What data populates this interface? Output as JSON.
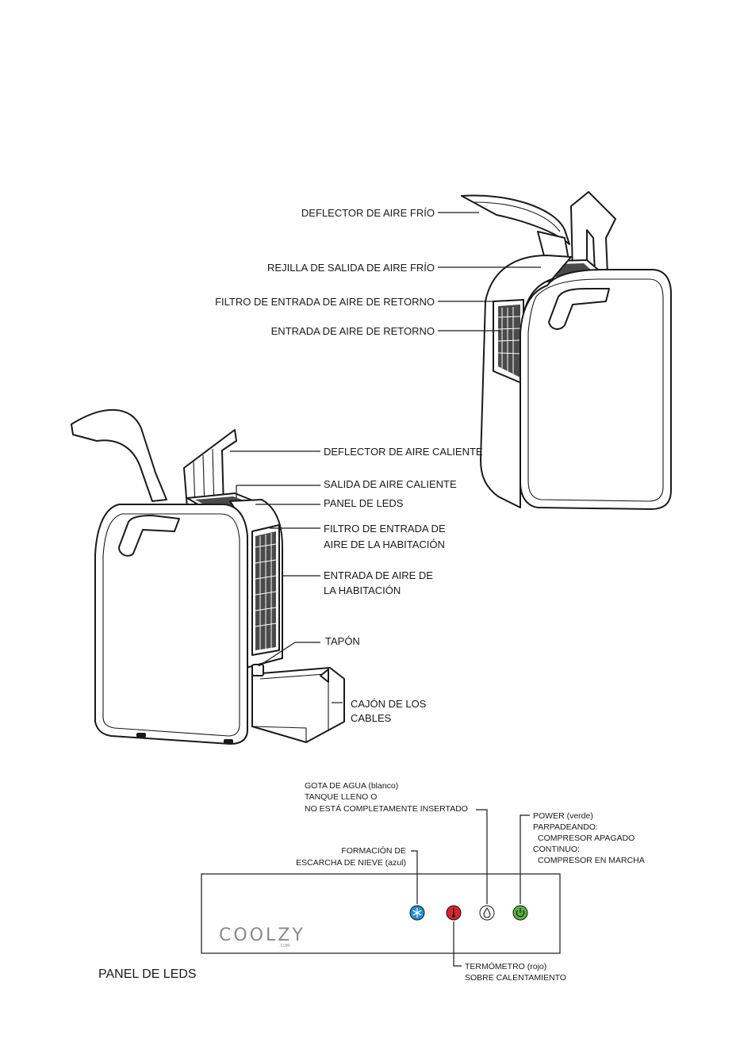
{
  "labels_top": {
    "cold_deflector": "DEFLECTOR DE AIRE FRÍO",
    "cold_outlet_grille": "REJILLA DE SALIDA DE AIRE FRÍO",
    "return_inlet_filter": "FILTRO DE ENTRADA DE AIRE DE RETORNO",
    "return_inlet": "ENTRADA DE AIRE DE RETORNO"
  },
  "labels_bottom": {
    "hot_deflector": "DEFLECTOR DE AIRE CALIENTE",
    "hot_outlet": "SALIDA DE AIRE CALIENTE",
    "led_panel": "PANEL DE LEDS",
    "room_filter_1": "FILTRO DE ENTRADA DE",
    "room_filter_2": "AIRE DE LA HABITACIÓN",
    "room_inlet_1": "ENTRADA DE AIRE DE",
    "room_inlet_2": "LA HABITACIÓN",
    "plug": "TAPÓN",
    "cable_drawer_1": "CAJÓN DE LOS",
    "cable_drawer_2": "CABLES"
  },
  "led_panel": {
    "caption": "PANEL DE LEDS",
    "water_1": "GOTA DE AGUA (blanco)",
    "water_2": "TANQUE LLENO O",
    "water_3": "NO ESTÁ COMPLETAMENTE INSERTADO",
    "frost_1": "FORMACIÓN DE",
    "frost_2": "ESCARCHA DE NIEVE (azul)",
    "power_1": "POWER (verde)",
    "power_2": "PARPADEANDO:",
    "power_3": "COMPRESOR APAGADO",
    "power_4": "CONTINUO:",
    "power_5": "COMPRESOR EN MARCHA",
    "thermo_1": "TERMÓMETRO (rojo)",
    "thermo_2": "SOBRE CALENTAMIENTO",
    "logo": "COOLZY",
    "logo_sub": ".COM"
  },
  "icons": [
    "snowflake-icon",
    "thermometer-icon",
    "water-drop-icon",
    "power-icon"
  ],
  "colors": {
    "frost": "#1e8fd6",
    "thermo": "#d6242a",
    "water": "#ffffff",
    "power": "#5ab33c"
  }
}
